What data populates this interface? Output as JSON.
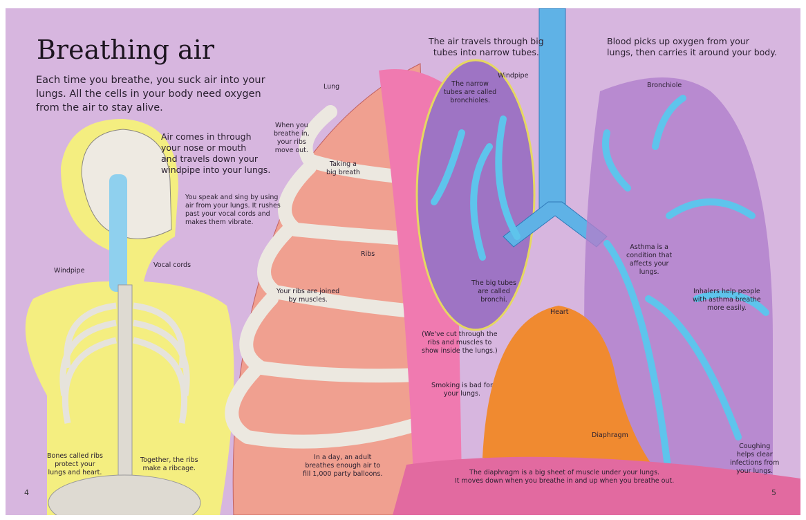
{
  "title": "Breathing air",
  "intro": "Each time you breathe, you suck air into your\nlungs. All the cells in your body need oxygen\nfrom the air to stay alive.",
  "left": {
    "air_path": "Air comes in through\n  your nose or mouth\n     and travels down your\n       windpipe into your lungs.",
    "speak": "You speak and sing by using\nair from your lungs. It rushes\npast your vocal cords and\nmakes them vibrate.",
    "windpipe": "Windpipe",
    "vocal_cords": "Vocal cords",
    "bones": "Bones called ribs\nprotect your\nlungs and heart.",
    "ribcage": "Together, the ribs\nmake a ribcage.",
    "page_number": "4"
  },
  "middle": {
    "lung": "Lung",
    "ribs_move": "When you\nbreathe in,\nyour ribs\nmove out.",
    "big_breath": "Taking a\nbig breath",
    "ribs": "Ribs",
    "muscles": "Your ribs are joined\nby muscles.",
    "cut": "(We've cut through the\nribs and muscles to\nshow inside the lungs.)",
    "balloons": "In a day, an adult\nbreathes enough air to\nfill 1,000 party balloons.",
    "smoking": "Smoking is bad for\nyour lungs.",
    "air_travels": "The air travels through big\ntubes into narrow tubes.",
    "windpipe": "Windpipe",
    "bronchioles": "The narrow\ntubes are called\nbronchioles.",
    "bronchi": "The big tubes\nare called\nbronchi.",
    "heart": "Heart",
    "diaphragm": "Diaphragm",
    "diaphragm_desc": "The diaphragm is a big sheet of muscle under your lungs.\nIt moves down when you breathe in and up when you breathe out."
  },
  "right": {
    "blood": "Blood picks up oxygen from your\nlungs, then carries it around your body.",
    "bronchiole": "Bronchiole",
    "asthma": "Asthma is a\ncondition that\naffects your\nlungs.",
    "inhalers": "Inhalers help people\nwith asthma breathe\nmore easily.",
    "coughing": "Coughing\nhelps clear\ninfections from\nyour lungs.",
    "page_number": "5"
  }
}
